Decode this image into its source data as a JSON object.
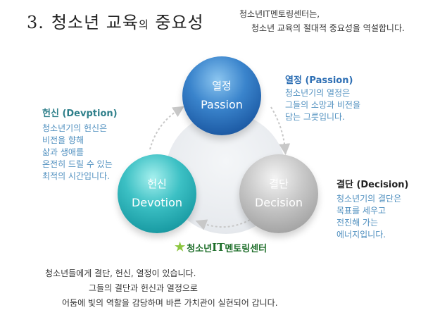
{
  "title": {
    "number": "3.",
    "part1": "청소년 교육",
    "part2": "의",
    "part3": " 중요성"
  },
  "intro": {
    "line1": "청소년IT멘토링센터는,",
    "line2": "청소년 교육의 절대적 중요성을 역설합니다."
  },
  "circles": {
    "passion": {
      "ko": "열정",
      "en": "Passion"
    },
    "devotion": {
      "ko": "헌신",
      "en": "Devotion"
    },
    "decision": {
      "ko": "결단",
      "en": "Decision"
    }
  },
  "blocks": {
    "passion": {
      "title": "열정 (Passion)",
      "lines": [
        "청소년기의 열정은",
        "그들의 소망과 비전을",
        "담는 그릇입니다."
      ]
    },
    "devotion": {
      "title": "헌신 (Devption)",
      "lines": [
        "청소년기의 헌신은",
        "비전을 향해",
        "삶과 생애를",
        "온전히 드릴 수 있는",
        "최적의 시간입니다."
      ]
    },
    "decision": {
      "title": "결단 (Decision)",
      "lines": [
        "청소년기의 결단은",
        "목표를 세우고",
        "전진해 가는",
        "에너지입니다."
      ]
    }
  },
  "logo": {
    "icon": "star-icon",
    "pre": "청소년",
    "it": "IT",
    "post": "멘토링센터"
  },
  "bottom": {
    "line1": "청소년들에게 결단, 헌신, 열정이 있습니다.",
    "line2": "그들의 결단과 헌신과 열정으로",
    "line3": "어둠에 빛의 역할을 감당하며 바른 가치관이 실현되어 갑니다."
  },
  "colors": {
    "passion": "#2e6fb4",
    "devotion": "#1c9ea6",
    "decision": "#a8a8a8",
    "body_text": "#4f8fbf"
  }
}
